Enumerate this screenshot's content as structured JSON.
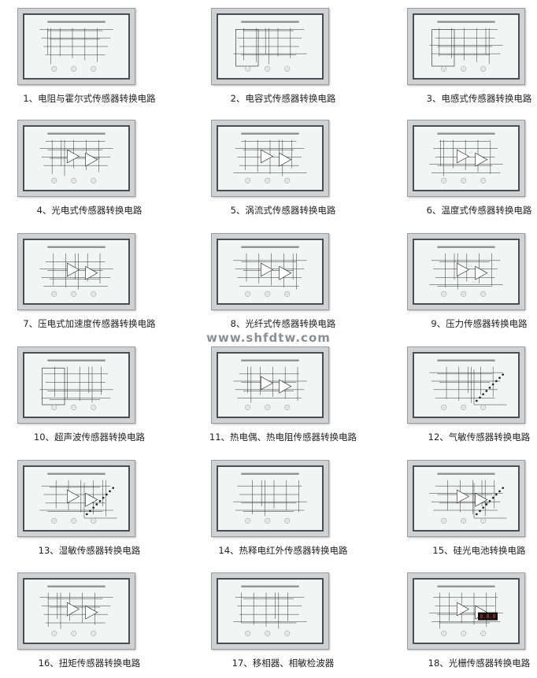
{
  "watermark": "www.shfdtw.com",
  "items": [
    {
      "caption": "1、电阻与霍尔式传感器转换电路"
    },
    {
      "caption": "2、电容式传感器转换电路"
    },
    {
      "caption": "3、电感式传感器转换电路"
    },
    {
      "caption": "4、光电式传感器转换电路"
    },
    {
      "caption": "5、涡流式传感器转换电路"
    },
    {
      "caption": "6、温度式传感器转换电路"
    },
    {
      "caption": "7、压电式加速度传感器转换电路"
    },
    {
      "caption": "8、光纤式传感器转换电路"
    },
    {
      "caption": "9、压力传感器转换电路"
    },
    {
      "caption": "10、超声波传感器转换电路"
    },
    {
      "caption": "11、热电偶、热电阻传感器转换电路"
    },
    {
      "caption": "12、气敏传感器转换电路"
    },
    {
      "caption": "13、湿敏传感器转换电路"
    },
    {
      "caption": "14、热释电红外传感器转换电路"
    },
    {
      "caption": "15、硅光电池转换电路"
    },
    {
      "caption": "16、扭矩传感器转换电路"
    },
    {
      "caption": "17、移相器、相敏检波器"
    },
    {
      "caption": "18、光栅传感器转换电路"
    }
  ]
}
